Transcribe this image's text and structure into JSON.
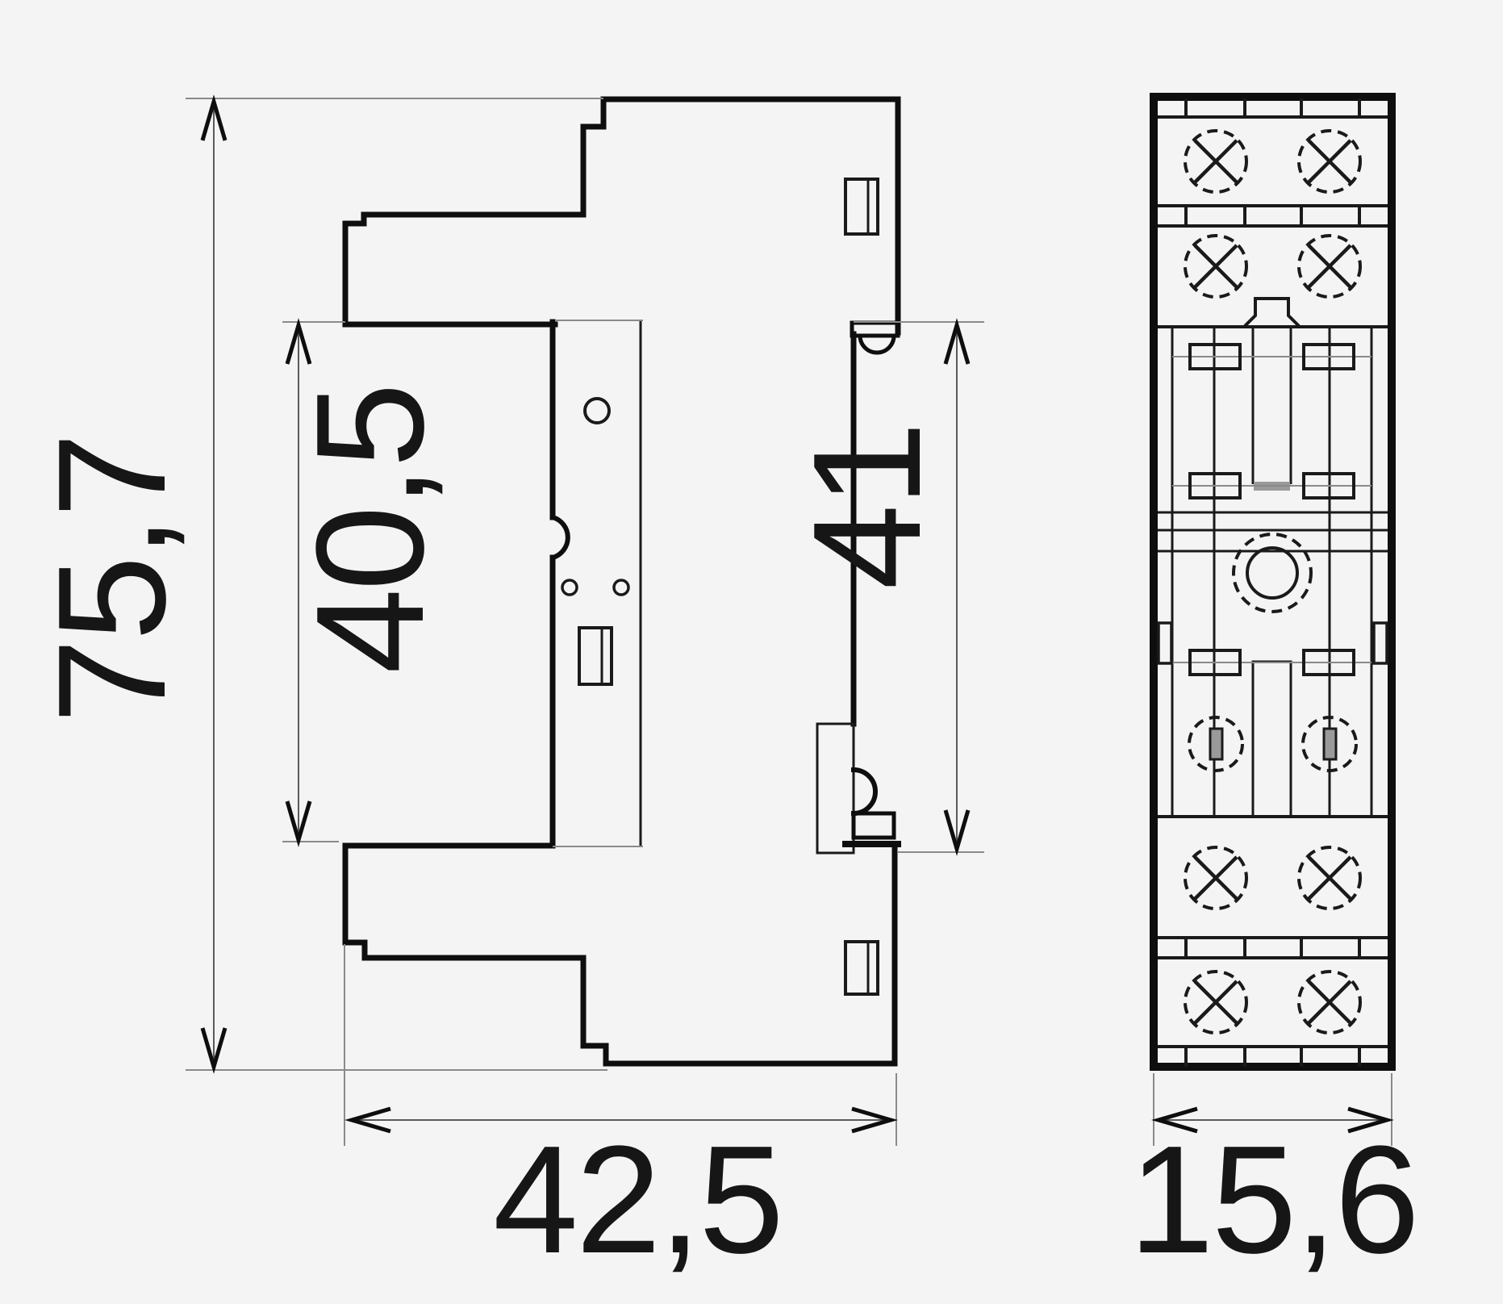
{
  "drawing": {
    "background": "#f4f4f4",
    "line_color": "#0e0e0e",
    "ext_line_color": "#8a8a8a",
    "dim_line_color": "#5a5a5a",
    "slot_fill_color": "#9a9a9a",
    "dimensions": {
      "overall_height": "75,7",
      "upper_body_height": "40,5",
      "rail_section_height": "41",
      "overall_depth": "42,5",
      "front_width": "15,6"
    }
  }
}
